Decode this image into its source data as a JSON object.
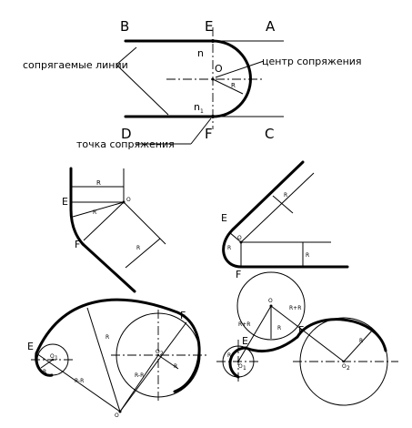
{
  "fig1": {
    "B": "B",
    "E": "E",
    "A": "A",
    "D": "D",
    "F": "F",
    "C": "C",
    "n": "n",
    "n1": "n",
    "n1_sub": "1",
    "O": "O",
    "R": "R",
    "label_lines": "сопрягаемые линии",
    "label_center": "центр сопряжения",
    "label_point": "точка сопряжения"
  },
  "fig2": {
    "E": "E",
    "F": "F",
    "O": "O",
    "R_top": "R",
    "R_mid": "R",
    "R_low": "R"
  },
  "fig3": {
    "E": "E",
    "F": "F",
    "O": "O",
    "R_diag": "R",
    "R_mid": "R",
    "R_vert": "R"
  },
  "fig4": {
    "E": "E",
    "F": "F",
    "O": "O",
    "O1": "O",
    "O1_sub": "1",
    "O2": "O",
    "O2_sub": "2",
    "R1": "R",
    "R2": "R",
    "R_big": "R",
    "R_minus_R1": "R-R",
    "R_minus_R2": "R-R"
  },
  "fig5": {
    "E": "E",
    "F": "F",
    "O": "O",
    "O1": "O",
    "O1_sub": "1",
    "O2": "O",
    "O2_sub": "2",
    "R1": "R",
    "R2": "R",
    "R_plus_R1": "R+R",
    "R_plus_R2": "R+R",
    "R_mid": "R"
  }
}
